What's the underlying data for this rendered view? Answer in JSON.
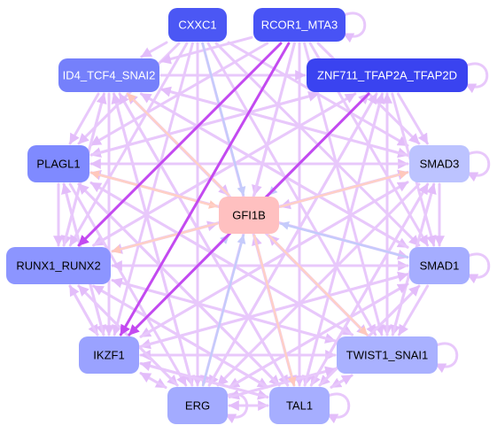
{
  "nodes": [
    {
      "id": "cxxc1",
      "label": "CXXC1",
      "fill": "#4b57f4",
      "text_color": "#ffffff"
    },
    {
      "id": "rcor1",
      "label": "RCOR1_MTA3",
      "fill": "#4853f5",
      "text_color": "#ffffff"
    },
    {
      "id": "id4",
      "label": "ID4_TCF4_SNAI2",
      "fill": "#7580fb",
      "text_color": "#ffffff"
    },
    {
      "id": "znf711",
      "label": "ZNF711_TFAP2A_TFAP2D",
      "fill": "#3a43f0",
      "text_color": "#ffffff"
    },
    {
      "id": "plagl1",
      "label": "PLAGL1",
      "fill": "#7f8aff",
      "text_color": "#000000"
    },
    {
      "id": "smad3",
      "label": "SMAD3",
      "fill": "#bcc3ff",
      "text_color": "#000000"
    },
    {
      "id": "gfi1b",
      "label": "GFI1B",
      "fill": "#ffc0c0",
      "text_color": "#000000"
    },
    {
      "id": "runx",
      "label": "RUNX1_RUNX2",
      "fill": "#8c95ff",
      "text_color": "#000000"
    },
    {
      "id": "smad1",
      "label": "SMAD1",
      "fill": "#a5adff",
      "text_color": "#000000"
    },
    {
      "id": "ikzf1",
      "label": "IKZF1",
      "fill": "#9aa2ff",
      "text_color": "#000000"
    },
    {
      "id": "twist1",
      "label": "TWIST1_SNAI1",
      "fill": "#a9b1ff",
      "text_color": "#000000"
    },
    {
      "id": "erg",
      "label": "ERG",
      "fill": "#a3abff",
      "text_color": "#000000"
    },
    {
      "id": "tal1",
      "label": "TAL1",
      "fill": "#a6aeff",
      "text_color": "#000000"
    }
  ],
  "edge_colors": {
    "activation": "#e8c8fb",
    "strong": "#c34af0",
    "inhibition": "#c5cbfb",
    "from_gfi1b": "#ffd0c6"
  },
  "edges": [
    {
      "from": "plagl1",
      "to": "gfi1b",
      "type": "from_gfi1b"
    },
    {
      "from": "gfi1b",
      "to": "smad3",
      "type": "from_gfi1b"
    },
    {
      "from": "gfi1b",
      "to": "runx",
      "type": "from_gfi1b"
    },
    {
      "from": "gfi1b",
      "to": "twist1",
      "type": "from_gfi1b"
    },
    {
      "from": "gfi1b",
      "to": "tal1",
      "type": "from_gfi1b"
    },
    {
      "from": "gfi1b",
      "to": "id4",
      "type": "from_gfi1b"
    },
    {
      "from": "gfi1b",
      "to": "plagl1",
      "type": "from_gfi1b"
    },
    {
      "from": "cxxc1",
      "to": "gfi1b",
      "type": "inhibition"
    },
    {
      "from": "znf711",
      "to": "gfi1b",
      "type": "inhibition"
    },
    {
      "from": "smad1",
      "to": "gfi1b",
      "type": "inhibition"
    },
    {
      "from": "ikzf1",
      "to": "gfi1b",
      "type": "inhibition"
    },
    {
      "from": "erg",
      "to": "gfi1b",
      "type": "inhibition"
    },
    {
      "from": "id4",
      "to": "gfi1b",
      "type": "activation"
    },
    {
      "from": "rcor1",
      "to": "gfi1b",
      "type": "activation"
    },
    {
      "from": "smad3",
      "to": "gfi1b",
      "type": "activation"
    },
    {
      "from": "runx",
      "to": "gfi1b",
      "type": "activation"
    },
    {
      "from": "twist1",
      "to": "gfi1b",
      "type": "activation"
    },
    {
      "from": "tal1",
      "to": "gfi1b",
      "type": "activation"
    },
    {
      "from": "rcor1",
      "to": "ikzf1",
      "type": "strong"
    },
    {
      "from": "znf711",
      "to": "ikzf1",
      "type": "strong"
    },
    {
      "from": "rcor1",
      "to": "runx",
      "type": "strong"
    },
    {
      "from": "cxxc1",
      "to": "ikzf1",
      "type": "activation"
    },
    {
      "from": "cxxc1",
      "to": "plagl1",
      "type": "activation"
    },
    {
      "from": "cxxc1",
      "to": "runx",
      "type": "activation"
    },
    {
      "from": "cxxc1",
      "to": "smad1",
      "type": "activation"
    },
    {
      "from": "cxxc1",
      "to": "twist1",
      "type": "activation"
    },
    {
      "from": "cxxc1",
      "to": "erg",
      "type": "activation"
    },
    {
      "from": "cxxc1",
      "to": "tal1",
      "type": "activation"
    },
    {
      "from": "cxxc1",
      "to": "id4",
      "type": "activation"
    },
    {
      "from": "cxxc1",
      "to": "smad3",
      "type": "activation"
    },
    {
      "from": "rcor1",
      "to": "id4",
      "type": "activation"
    },
    {
      "from": "rcor1",
      "to": "plagl1",
      "type": "activation"
    },
    {
      "from": "rcor1",
      "to": "smad3",
      "type": "activation"
    },
    {
      "from": "rcor1",
      "to": "smad1",
      "type": "activation"
    },
    {
      "from": "rcor1",
      "to": "twist1",
      "type": "activation"
    },
    {
      "from": "rcor1",
      "to": "erg",
      "type": "activation"
    },
    {
      "from": "rcor1",
      "to": "tal1",
      "type": "activation"
    },
    {
      "from": "id4",
      "to": "plagl1",
      "type": "activation"
    },
    {
      "from": "id4",
      "to": "runx",
      "type": "activation"
    },
    {
      "from": "id4",
      "to": "ikzf1",
      "type": "activation"
    },
    {
      "from": "id4",
      "to": "erg",
      "type": "activation"
    },
    {
      "from": "id4",
      "to": "tal1",
      "type": "activation"
    },
    {
      "from": "id4",
      "to": "twist1",
      "type": "activation"
    },
    {
      "from": "id4",
      "to": "smad1",
      "type": "activation"
    },
    {
      "from": "id4",
      "to": "smad3",
      "type": "activation"
    },
    {
      "from": "id4",
      "to": "znf711",
      "type": "activation"
    },
    {
      "from": "znf711",
      "to": "plagl1",
      "type": "activation"
    },
    {
      "from": "znf711",
      "to": "runx",
      "type": "activation"
    },
    {
      "from": "znf711",
      "to": "erg",
      "type": "activation"
    },
    {
      "from": "znf711",
      "to": "tal1",
      "type": "activation"
    },
    {
      "from": "znf711",
      "to": "twist1",
      "type": "activation"
    },
    {
      "from": "znf711",
      "to": "smad1",
      "type": "activation"
    },
    {
      "from": "znf711",
      "to": "smad3",
      "type": "activation"
    },
    {
      "from": "plagl1",
      "to": "runx",
      "type": "activation"
    },
    {
      "from": "plagl1",
      "to": "ikzf1",
      "type": "activation"
    },
    {
      "from": "plagl1",
      "to": "erg",
      "type": "activation"
    },
    {
      "from": "plagl1",
      "to": "tal1",
      "type": "activation"
    },
    {
      "from": "plagl1",
      "to": "twist1",
      "type": "activation"
    },
    {
      "from": "plagl1",
      "to": "smad1",
      "type": "activation"
    },
    {
      "from": "plagl1",
      "to": "smad3",
      "type": "activation"
    },
    {
      "from": "plagl1",
      "to": "znf711",
      "type": "activation"
    },
    {
      "from": "smad3",
      "to": "runx",
      "type": "activation"
    },
    {
      "from": "smad3",
      "to": "ikzf1",
      "type": "activation"
    },
    {
      "from": "smad3",
      "to": "erg",
      "type": "activation"
    },
    {
      "from": "smad3",
      "to": "tal1",
      "type": "activation"
    },
    {
      "from": "smad3",
      "to": "twist1",
      "type": "activation"
    },
    {
      "from": "smad3",
      "to": "smad1",
      "type": "activation"
    },
    {
      "from": "smad3",
      "to": "plagl1",
      "type": "activation"
    },
    {
      "from": "smad3",
      "to": "id4",
      "type": "activation"
    },
    {
      "from": "runx",
      "to": "ikzf1",
      "type": "activation"
    },
    {
      "from": "runx",
      "to": "erg",
      "type": "activation"
    },
    {
      "from": "runx",
      "to": "tal1",
      "type": "activation"
    },
    {
      "from": "runx",
      "to": "twist1",
      "type": "activation"
    },
    {
      "from": "runx",
      "to": "smad1",
      "type": "activation"
    },
    {
      "from": "runx",
      "to": "smad3",
      "type": "activation"
    },
    {
      "from": "runx",
      "to": "znf711",
      "type": "activation"
    },
    {
      "from": "runx",
      "to": "id4",
      "type": "activation"
    },
    {
      "from": "smad1",
      "to": "runx",
      "type": "activation"
    },
    {
      "from": "smad1",
      "to": "ikzf1",
      "type": "activation"
    },
    {
      "from": "smad1",
      "to": "erg",
      "type": "activation"
    },
    {
      "from": "smad1",
      "to": "tal1",
      "type": "activation"
    },
    {
      "from": "smad1",
      "to": "twist1",
      "type": "activation"
    },
    {
      "from": "smad1",
      "to": "plagl1",
      "type": "activation"
    },
    {
      "from": "smad1",
      "to": "id4",
      "type": "activation"
    },
    {
      "from": "ikzf1",
      "to": "erg",
      "type": "activation"
    },
    {
      "from": "ikzf1",
      "to": "tal1",
      "type": "activation"
    },
    {
      "from": "ikzf1",
      "to": "twist1",
      "type": "activation"
    },
    {
      "from": "ikzf1",
      "to": "smad1",
      "type": "activation"
    },
    {
      "from": "ikzf1",
      "to": "smad3",
      "type": "activation"
    },
    {
      "from": "ikzf1",
      "to": "znf711",
      "type": "activation"
    },
    {
      "from": "ikzf1",
      "to": "runx",
      "type": "activation"
    },
    {
      "from": "ikzf1",
      "to": "plagl1",
      "type": "activation"
    },
    {
      "from": "twist1",
      "to": "erg",
      "type": "activation"
    },
    {
      "from": "twist1",
      "to": "tal1",
      "type": "activation"
    },
    {
      "from": "twist1",
      "to": "ikzf1",
      "type": "activation"
    },
    {
      "from": "twist1",
      "to": "runx",
      "type": "activation"
    },
    {
      "from": "twist1",
      "to": "plagl1",
      "type": "activation"
    },
    {
      "from": "twist1",
      "to": "id4",
      "type": "activation"
    },
    {
      "from": "twist1",
      "to": "znf711",
      "type": "activation"
    },
    {
      "from": "twist1",
      "to": "smad3",
      "type": "activation"
    },
    {
      "from": "erg",
      "to": "tal1",
      "type": "activation"
    },
    {
      "from": "erg",
      "to": "ikzf1",
      "type": "activation"
    },
    {
      "from": "erg",
      "to": "runx",
      "type": "activation"
    },
    {
      "from": "erg",
      "to": "twist1",
      "type": "activation"
    },
    {
      "from": "erg",
      "to": "smad1",
      "type": "activation"
    },
    {
      "from": "erg",
      "to": "znf711",
      "type": "activation"
    },
    {
      "from": "erg",
      "to": "id4",
      "type": "activation"
    },
    {
      "from": "tal1",
      "to": "erg",
      "type": "activation"
    },
    {
      "from": "tal1",
      "to": "ikzf1",
      "type": "activation"
    },
    {
      "from": "tal1",
      "to": "runx",
      "type": "activation"
    },
    {
      "from": "tal1",
      "to": "twist1",
      "type": "activation"
    },
    {
      "from": "tal1",
      "to": "smad1",
      "type": "activation"
    },
    {
      "from": "tal1",
      "to": "znf711",
      "type": "activation"
    },
    {
      "from": "tal1",
      "to": "id4",
      "type": "activation"
    },
    {
      "from": "tal1",
      "to": "plagl1",
      "type": "activation"
    },
    {
      "from": "tal1",
      "to": "smad3",
      "type": "activation"
    }
  ],
  "self_loops": [
    "rcor1",
    "znf711",
    "smad3",
    "smad1",
    "twist1",
    "erg",
    "tal1"
  ]
}
